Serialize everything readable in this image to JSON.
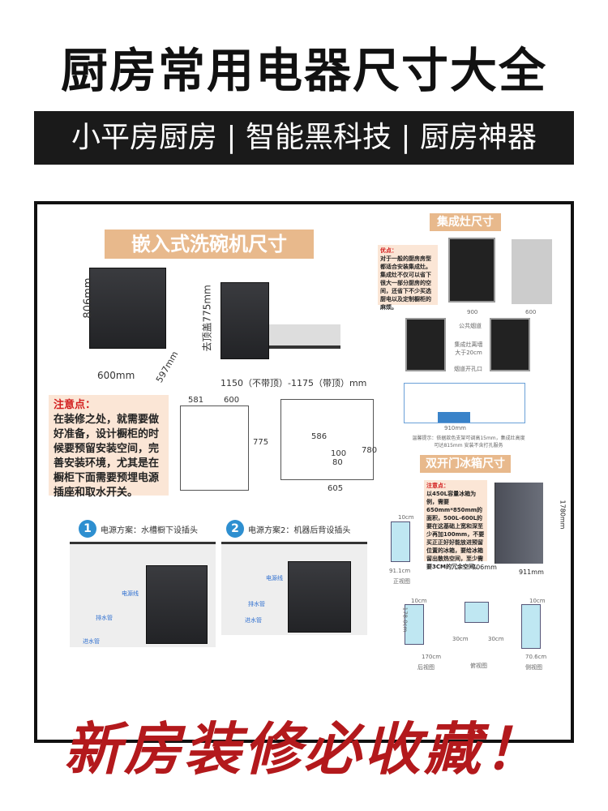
{
  "header": {
    "title": "厨房常用电器尺寸大全",
    "banner": "小平房厨房 | 智能黑科技 | 厨房神器"
  },
  "dishwasher": {
    "label": "嵌入式洗碗机尺寸",
    "height": "806mm",
    "width": "600mm",
    "depth": "597mm",
    "open_height": "去顶盖775mm",
    "open_depth": "1150（不带顶）-1175（带顶）mm",
    "note_title": "注意点：",
    "note": "在装修之处，就需要做好准备，设计橱柜的时候要预留安装空间，完善安装环境，尤其是在橱柜下面需要预埋电源插座和取水开关。",
    "dims": {
      "d581": "581",
      "d600": "600",
      "d775": "775",
      "d586": "586",
      "d100": "100",
      "d80": "80",
      "d780": "780",
      "d605": "605"
    },
    "plan1": {
      "num": "1",
      "title": "电源方案：水槽橱下设插头",
      "power": "电源线",
      "drain": "排水管",
      "inlet": "进水管"
    },
    "plan2": {
      "num": "2",
      "title": "电源方案2：机器后背设插头",
      "power": "电源线",
      "drain": "排水管",
      "inlet": "进水管"
    }
  },
  "stove": {
    "label": "集成灶尺寸",
    "note_title": "优点：",
    "note": "对于一般的厨房房型都适合安装集成灶。集成灶不仅可以省下很大一部分厨房的空间，还省下不少买选厨电以及定制橱柜的麻烦。",
    "w900": "900",
    "w600": "600",
    "gap": "集成灶离墙大于20cm",
    "wall": "公共烟道",
    "hole": "烟道开孔口",
    "w910": "910mm",
    "tip": "温馨提示：依据款色支架可调高15mm，集成灶高度可达815mm 安装不含打孔服务"
  },
  "fridge": {
    "label": "双开门冰箱尺寸",
    "note_title": "注意点：",
    "note": "以450L容量冰箱为例，需要650mm*850mm的面积，500L-600L的要在这基础上宽和深至少再加100mm，不要买正正好好能放进预留位置的冰箱，要给冰箱留出散热空间，至少需要3CM的冗余空间。",
    "h": "1780mm",
    "d": "706mm",
    "w": "911mm",
    "gap10": "10cm",
    "gap30": "30cm",
    "w911": "91.1cm",
    "h178": "178.0cm",
    "d170": "170cm",
    "d706": "70.6cm",
    "views": [
      "正视图",
      "后视图",
      "俯视图",
      "侧视图"
    ]
  },
  "slogan": "新房装修必收藏！",
  "colors": {
    "label_bg": "#e8b98c",
    "note_bg": "#fbe6d6",
    "slogan": "#b3191c",
    "banner_bg": "#1a1a1a"
  }
}
